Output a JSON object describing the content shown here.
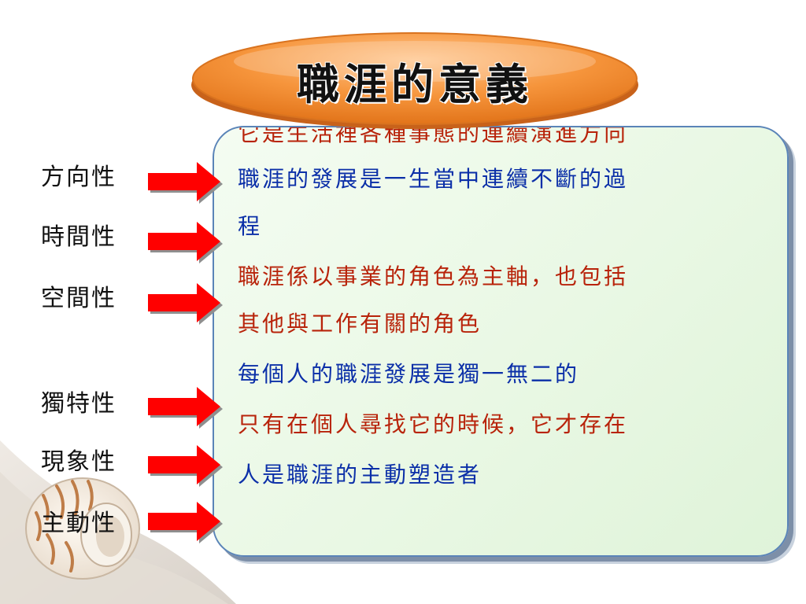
{
  "title": "職涯的意義",
  "labels": [
    "方向性",
    "時間性",
    "空間性",
    "獨特性",
    "現象性",
    "主動性"
  ],
  "content": [
    {
      "text": "它是生活裡各種事態的連續演進方向",
      "color": "red"
    },
    {
      "text": "職涯的發展是一生當中連續不斷的過",
      "color": "blue"
    },
    {
      "text": "程",
      "color": "blue"
    },
    {
      "text": "職涯係以事業的角色為主軸，也包括",
      "color": "red"
    },
    {
      "text": "其他與工作有關的角色",
      "color": "red"
    },
    {
      "text": "每個人的職涯發展是獨一無二的",
      "color": "blue"
    },
    {
      "text": "只有在個人尋找它的時候，它才存在",
      "color": "red"
    },
    {
      "text": "人是職涯的主動塑造者",
      "color": "blue"
    }
  ],
  "colors": {
    "title_badge": "#f08a2c",
    "arrow": "#ff0000",
    "panel_border": "#5a84b8",
    "red_text": "#b8230a",
    "blue_text": "#0b2fa8"
  },
  "icons": {
    "arrow": "red-right-arrow-icon",
    "shell": "nautilus-shell-icon"
  }
}
